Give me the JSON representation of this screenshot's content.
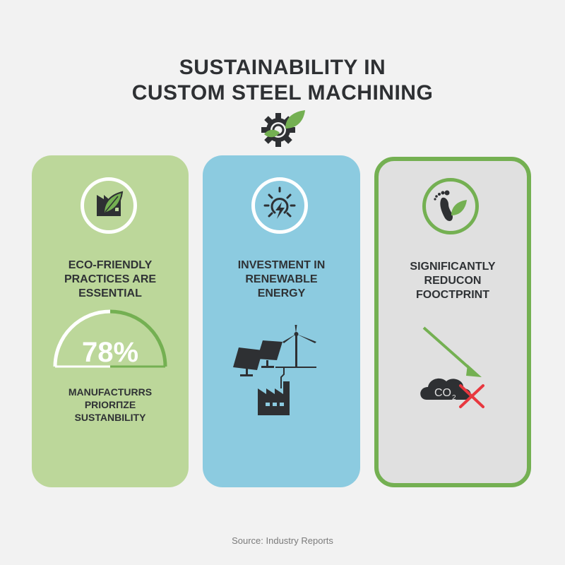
{
  "header": {
    "title_line1": "SUSTAINABILITY IN",
    "title_line2": "CUSTOM STEEL MACHINING",
    "logo_icon": "gear-leaf-icon"
  },
  "cards": [
    {
      "icon": "factory-leaf-icon",
      "title_lines": [
        "ECO-FRIENDLY",
        "PRACTICES ARE",
        "ESSENTIAL"
      ],
      "stat": {
        "value": "78%",
        "percent": 78,
        "caption_lines": [
          "MANUFACTURRS",
          "PRIORΠZE",
          "SUSTANBILITY"
        ]
      },
      "background": "#bcd79a"
    },
    {
      "icon": "sun-bolt-icon",
      "title_lines": [
        "INVESTMENT IN",
        "RENEWABLE",
        "ENERGY"
      ],
      "illustration": "solar-wind-factory-illustration",
      "background": "#8ccbe0"
    },
    {
      "icon": "footprint-leaf-icon",
      "title_lines": [
        "SIGNIFICANTLY",
        "REDUCON",
        "FOOCTPRINT"
      ],
      "illustration": "co2-reduction-illustration",
      "co2_label": "CO",
      "co2_subscript": "2",
      "background": "#e0e0e0",
      "border": "#74b052"
    }
  ],
  "footer": {
    "source": "Source: Industry Reports"
  },
  "colors": {
    "accent_green": "#74b052",
    "dark": "#2e3033",
    "red": "#e8383f"
  }
}
